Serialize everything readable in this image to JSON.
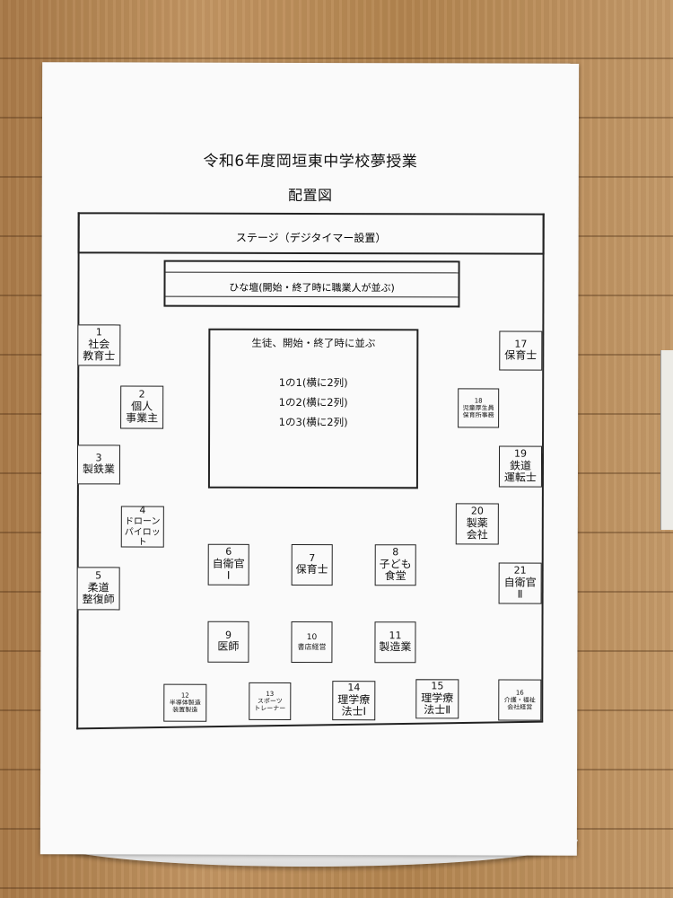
{
  "poster": {
    "title": "令和6年度岡垣東中学校夢授業",
    "subtitle": "配置図",
    "stage": "ステージ（デジタイマー設置）",
    "hinadan": "ひな壇(開始・終了時に職業人が並ぶ)",
    "students": {
      "heading": "生徒、開始・終了時に並ぶ",
      "rows": [
        "1の1(横に2列)",
        "1の2(横に2列)",
        "1の3(横に2列)"
      ]
    },
    "booths": [
      {
        "num": "1",
        "label": "社会\n教育士"
      },
      {
        "num": "2",
        "label": "個人\n事業主"
      },
      {
        "num": "3",
        "label": "製鉄業"
      },
      {
        "num": "4",
        "label": "ドローン\nパイロット"
      },
      {
        "num": "5",
        "label": "柔道\n整復師"
      },
      {
        "num": "6",
        "label": "自衛官\nⅠ"
      },
      {
        "num": "7",
        "label": "保育士"
      },
      {
        "num": "8",
        "label": "子ども\n食堂"
      },
      {
        "num": "9",
        "label": "医師"
      },
      {
        "num": "10",
        "label": "書店経営"
      },
      {
        "num": "11",
        "label": "製造業"
      },
      {
        "num": "12",
        "label": "半導体製造\n装置製造"
      },
      {
        "num": "13",
        "label": "スポーツ\nトレーナー"
      },
      {
        "num": "14",
        "label": "理学療\n法士Ⅰ"
      },
      {
        "num": "15",
        "label": "理学療\n法士Ⅱ"
      },
      {
        "num": "16",
        "label": "介護・福祉\n会社経営"
      },
      {
        "num": "17",
        "label": "保育士"
      },
      {
        "num": "18",
        "label": "児童厚生員\n保育所事務"
      },
      {
        "num": "19",
        "label": "鉄道\n運転士"
      },
      {
        "num": "20",
        "label": "製薬\n会社"
      },
      {
        "num": "21",
        "label": "自衛官\nⅡ"
      }
    ]
  }
}
